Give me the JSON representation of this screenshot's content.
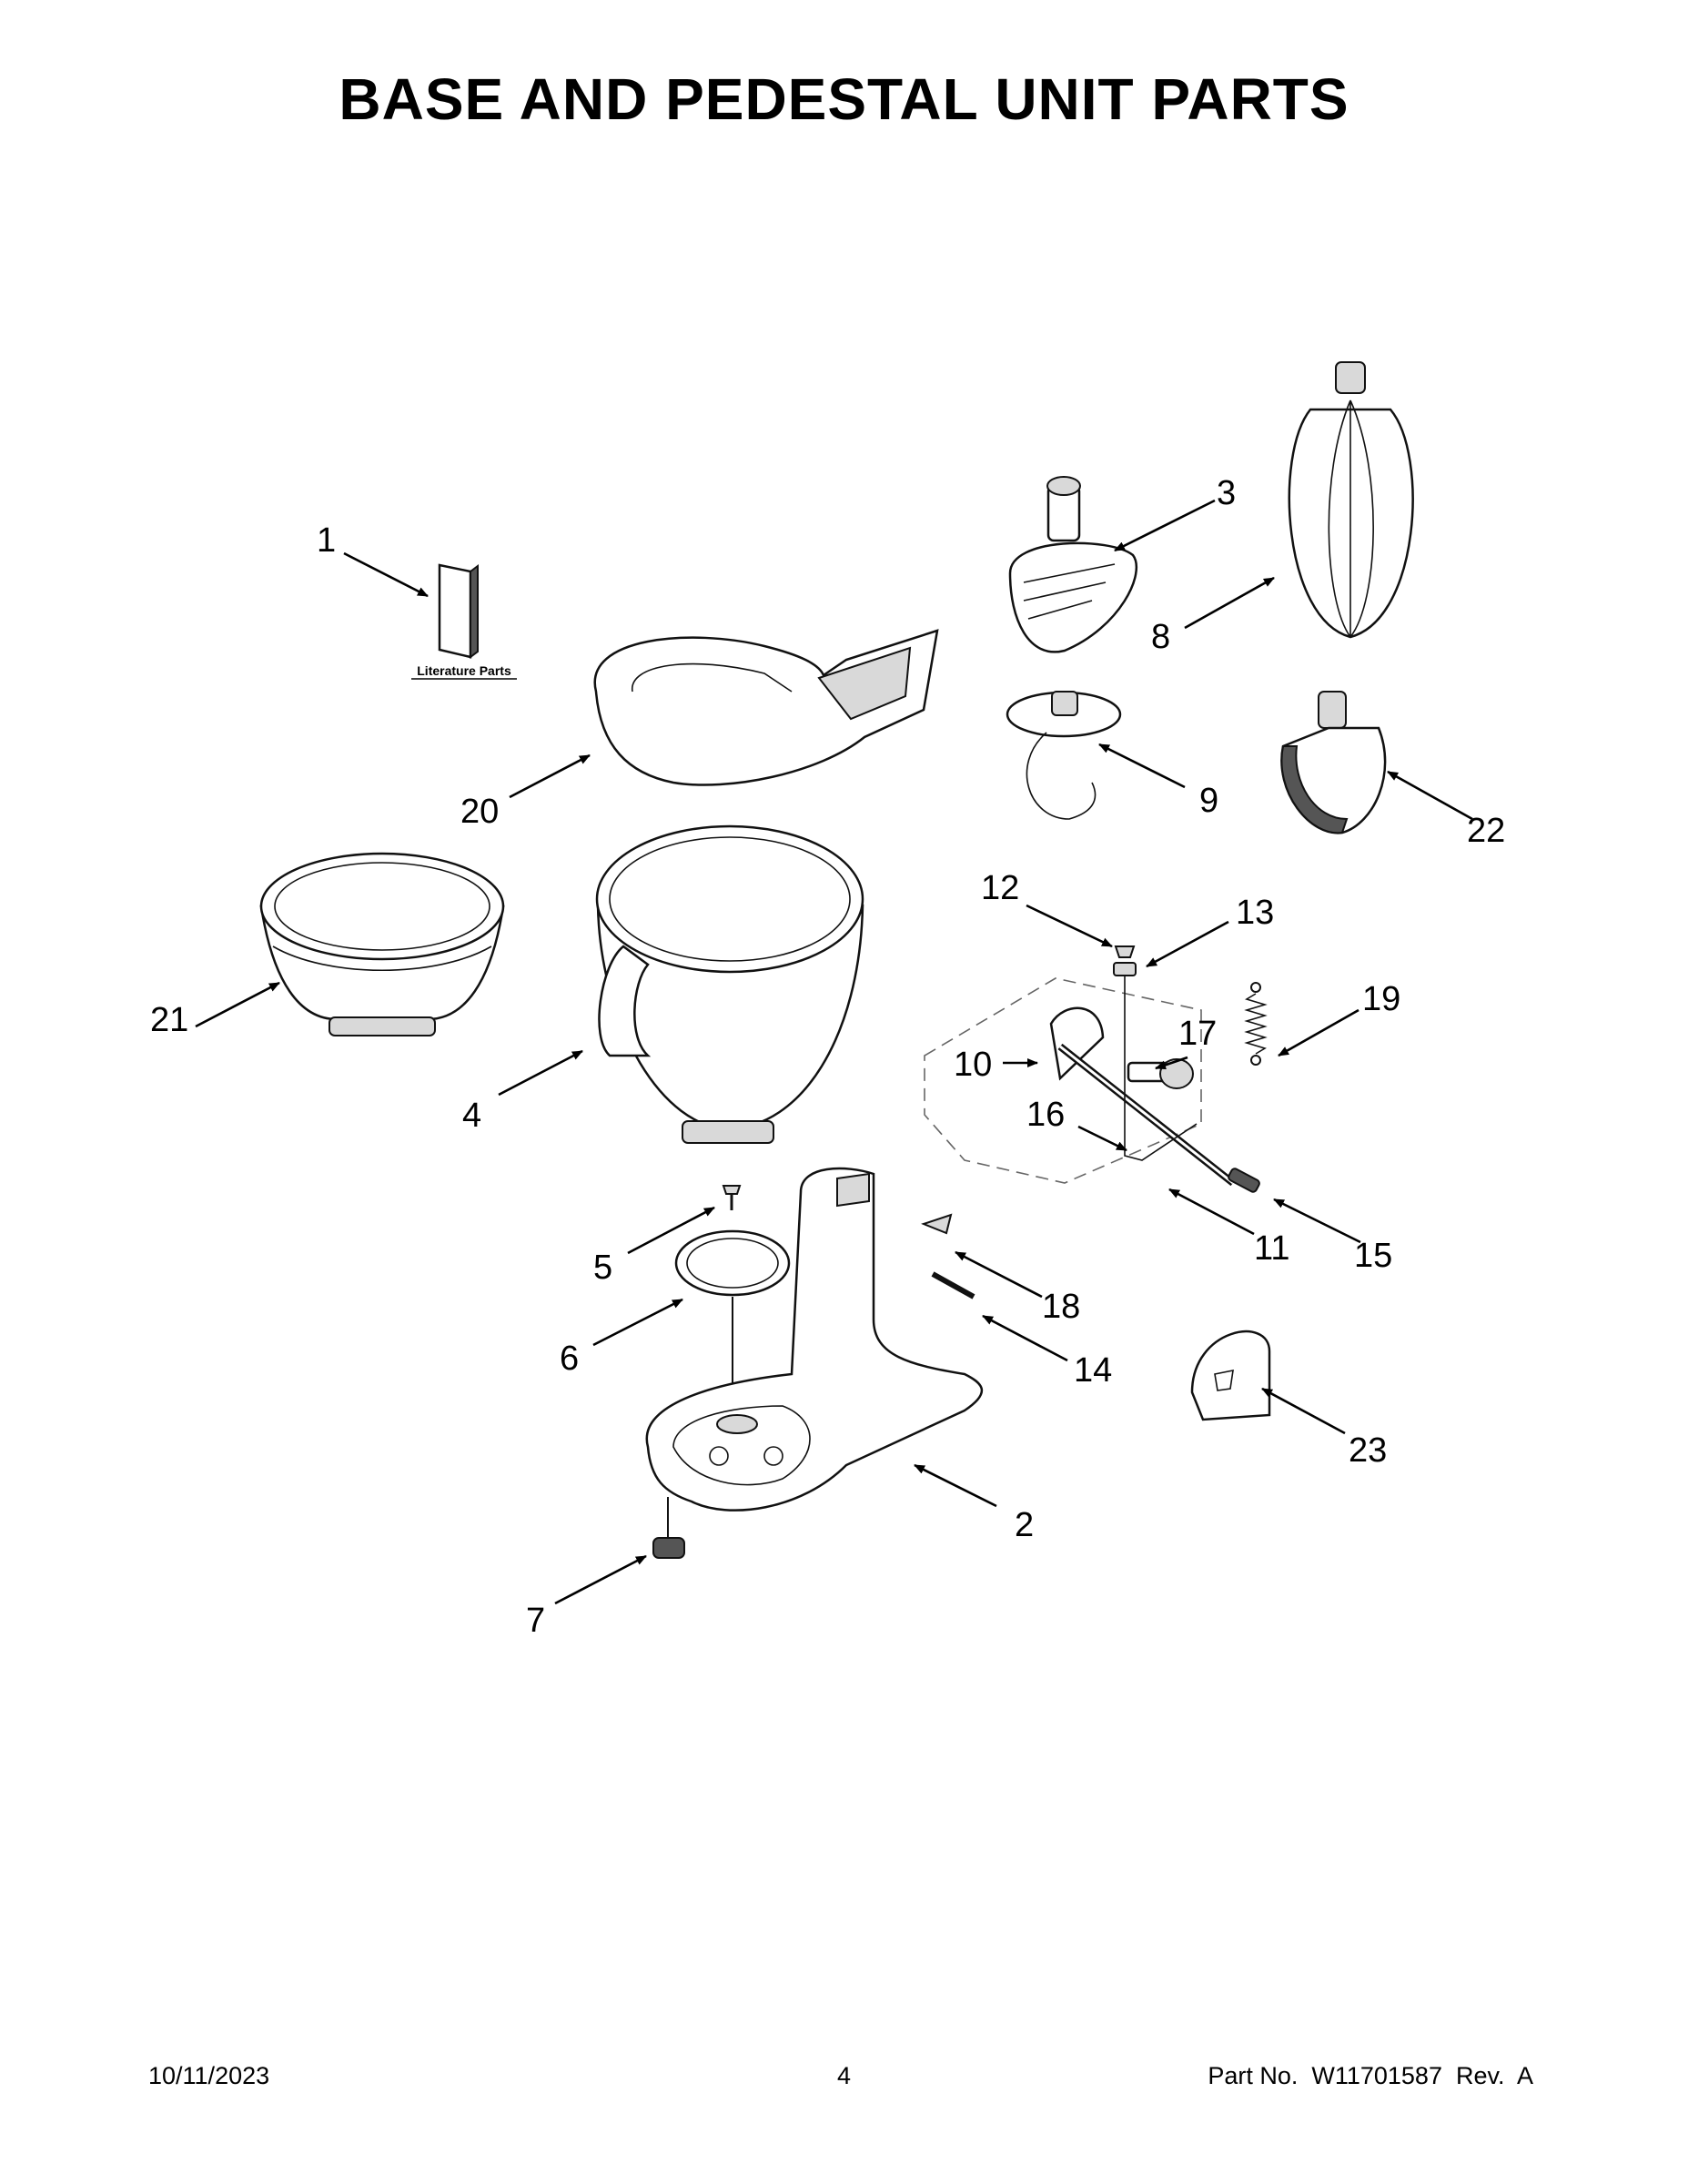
{
  "title": "BASE AND PEDESTAL UNIT PARTS",
  "literature_label": "Literature Parts",
  "callouts": {
    "c1": "1",
    "c2": "2",
    "c3": "3",
    "c4": "4",
    "c5": "5",
    "c6": "6",
    "c7": "7",
    "c8": "8",
    "c9": "9",
    "c10": "10",
    "c11": "11",
    "c12": "12",
    "c13": "13",
    "c14": "14",
    "c15": "15",
    "c16": "16",
    "c17": "17",
    "c18": "18",
    "c19": "19",
    "c20": "20",
    "c21": "21",
    "c22": "22",
    "c23": "23"
  },
  "footer": {
    "date": "10/11/2023",
    "page": "4",
    "part_no": "Part No.  W11701587  Rev.  A"
  }
}
